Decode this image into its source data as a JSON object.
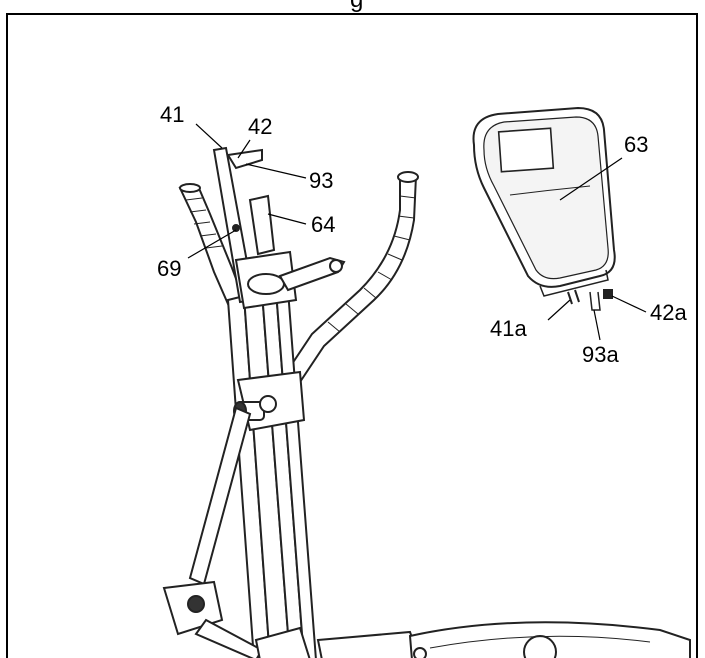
{
  "heading_fragment": "g",
  "callouts": {
    "c41": "41",
    "c42": "42",
    "c93": "93",
    "c64": "64",
    "c69": "69",
    "c63": "63",
    "c41a": "41a",
    "c42a": "42a",
    "c93a": "93a"
  }
}
